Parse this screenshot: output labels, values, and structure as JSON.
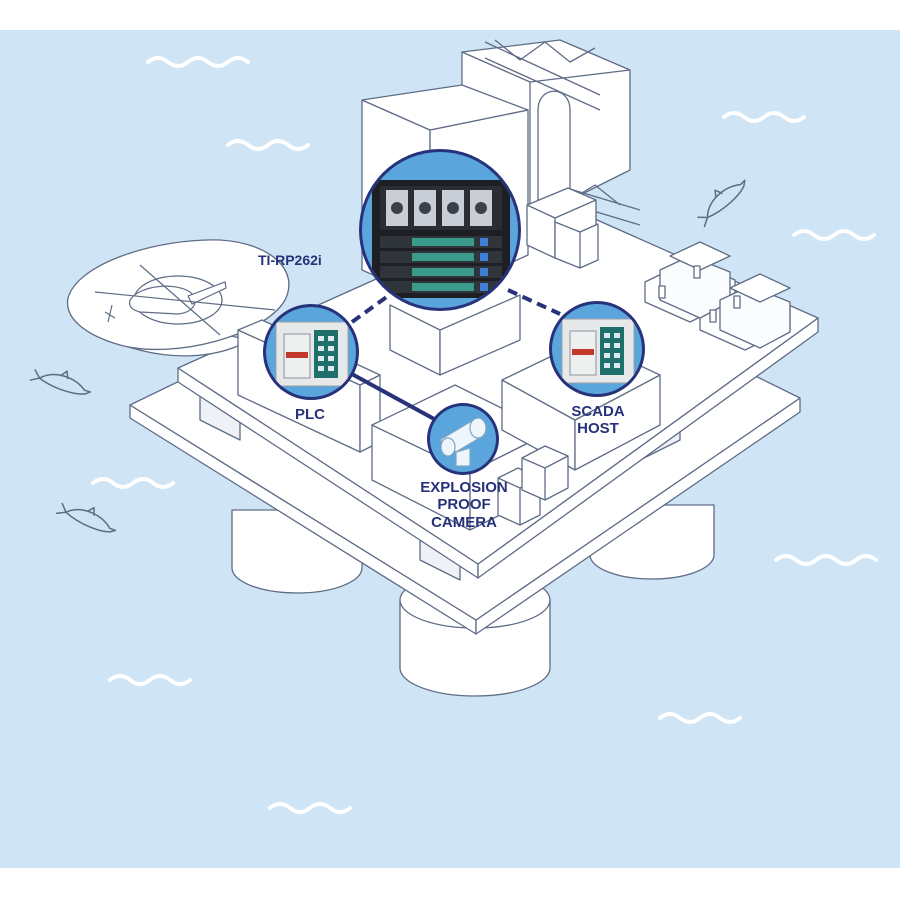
{
  "colors": {
    "sky": "#cfe5f6",
    "ink": "#27327a",
    "platform_line": "#5e6c86",
    "callout_fill": "#5aa6dc"
  },
  "icons": [
    "wave-icon",
    "dolphin-icon",
    "helicopter-icon",
    "dome-camera-icon",
    "din-rail-switch-icon",
    "rack-switch-icon"
  ],
  "labels": {
    "rack": "TI-RP262i",
    "plc": "PLC",
    "scada": "SCADA\nHOST",
    "camera": "EXPLOSION\nPROOF\nCAMERA"
  }
}
